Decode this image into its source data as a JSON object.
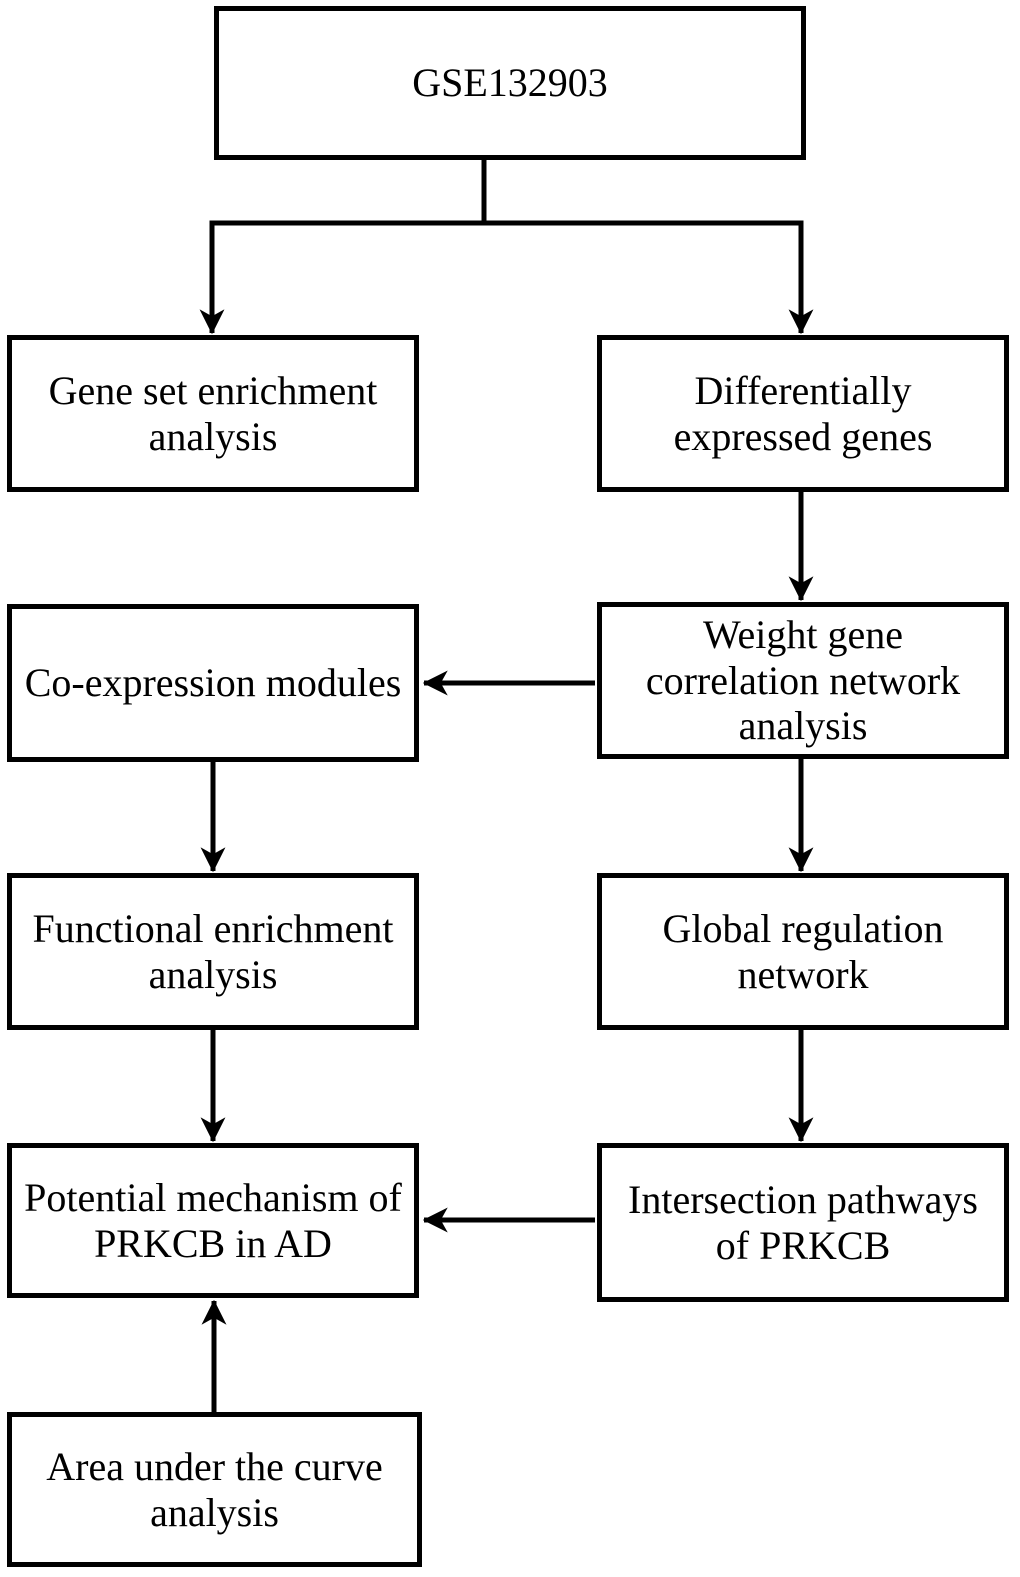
{
  "diagram": {
    "type": "flowchart",
    "colors": {
      "background": "#ffffff",
      "box_border": "#000000",
      "text": "#000000",
      "arrow": "#000000"
    },
    "nodes": [
      {
        "id": "gse132903",
        "label": "GSE132903"
      },
      {
        "id": "gene-set-enrichment-analysis",
        "label": "Gene set enrichment analysis"
      },
      {
        "id": "differentially-expressed-genes",
        "label": "Differentially expressed genes"
      },
      {
        "id": "co-expression-modules",
        "label": "Co-expression modules"
      },
      {
        "id": "weight-gene-correlation-network-analysis",
        "label": "Weight gene correlation network analysis"
      },
      {
        "id": "functional-enrichment-analysis",
        "label": "Functional enrichment analysis"
      },
      {
        "id": "global-regulation-network",
        "label": "Global regulation network"
      },
      {
        "id": "potential-mechanism-of-prkcb-in-ad",
        "label": "Potential mechanism of PRKCB in AD"
      },
      {
        "id": "intersection-pathways-of-prkcb",
        "label": "Intersection pathways of PRKCB"
      },
      {
        "id": "area-under-the-curve-analysis",
        "label": "Area under the curve analysis"
      }
    ],
    "edges": [
      {
        "from": "gse132903",
        "to": "gene-set-enrichment-analysis"
      },
      {
        "from": "gse132903",
        "to": "differentially-expressed-genes"
      },
      {
        "from": "differentially-expressed-genes",
        "to": "weight-gene-correlation-network-analysis"
      },
      {
        "from": "weight-gene-correlation-network-analysis",
        "to": "co-expression-modules"
      },
      {
        "from": "co-expression-modules",
        "to": "functional-enrichment-analysis"
      },
      {
        "from": "weight-gene-correlation-network-analysis",
        "to": "global-regulation-network"
      },
      {
        "from": "functional-enrichment-analysis",
        "to": "potential-mechanism-of-prkcb-in-ad"
      },
      {
        "from": "global-regulation-network",
        "to": "intersection-pathways-of-prkcb"
      },
      {
        "from": "intersection-pathways-of-prkcb",
        "to": "potential-mechanism-of-prkcb-in-ad"
      },
      {
        "from": "area-under-the-curve-analysis",
        "to": "potential-mechanism-of-prkcb-in-ad"
      }
    ]
  }
}
